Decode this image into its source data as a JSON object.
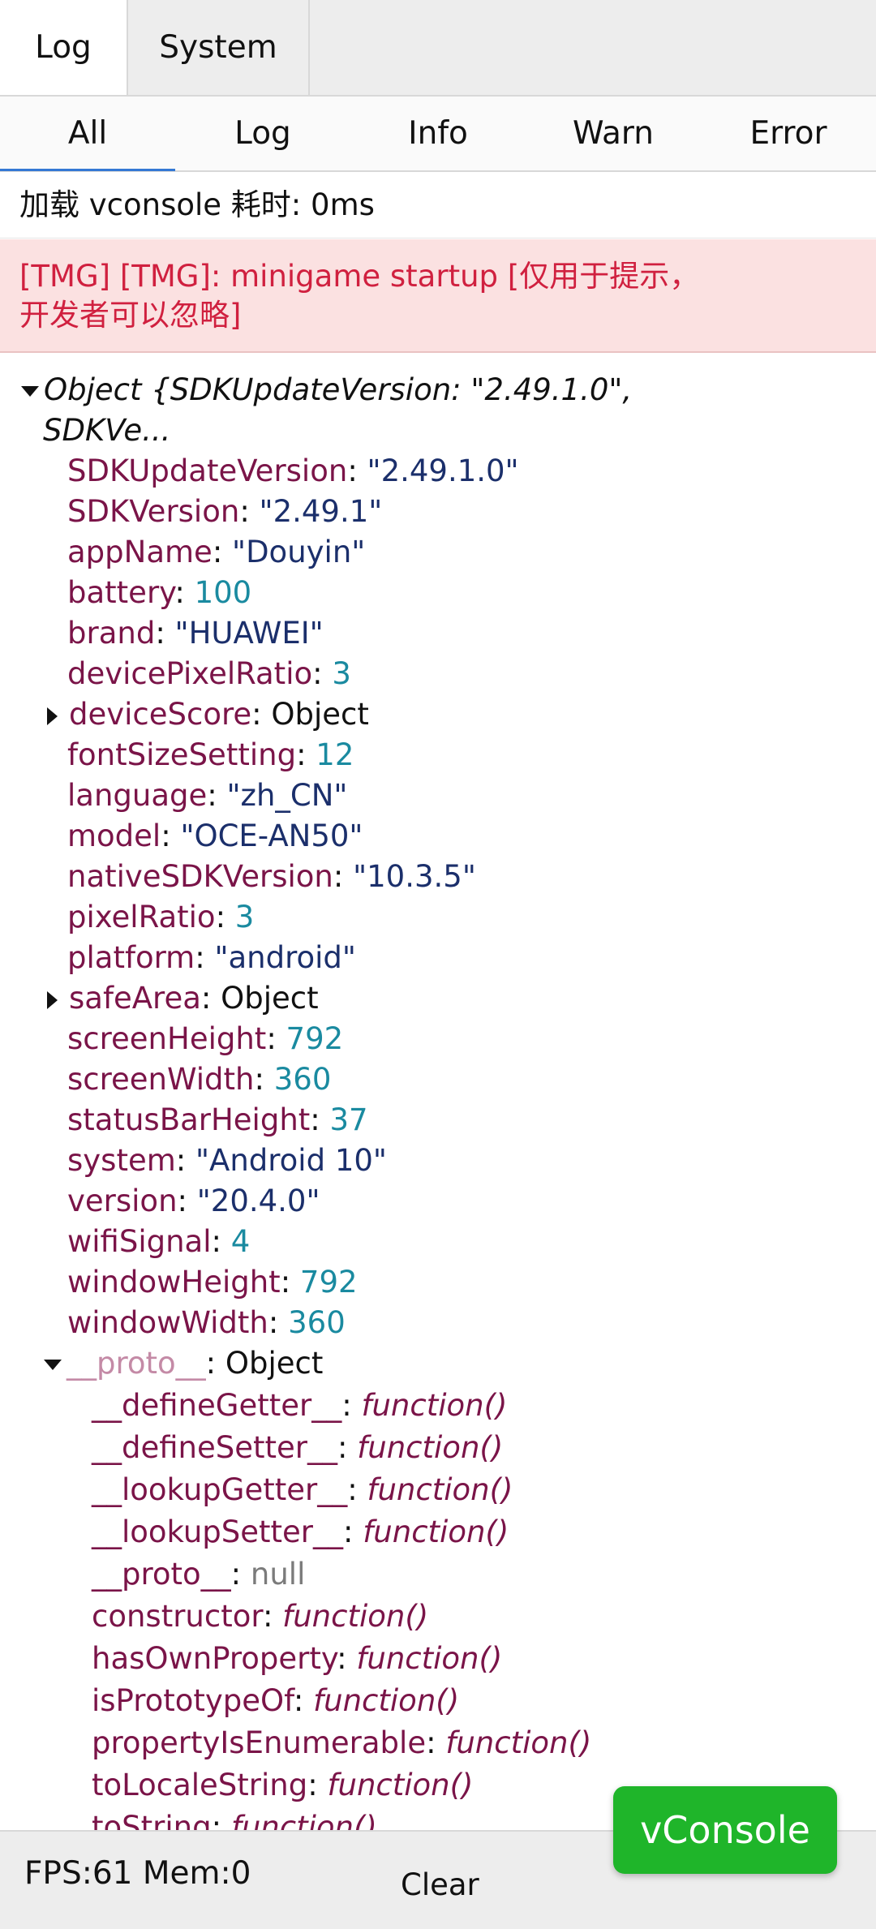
{
  "top_tabs": [
    "Log",
    "System"
  ],
  "filter_tabs": [
    "All",
    "Log",
    "Info",
    "Warn",
    "Error"
  ],
  "log_info_line": "加载 vconsole 耗时: 0ms",
  "log_error_line1": "[TMG] [TMG]: minigame startup [仅用于提示，",
  "log_error_line2": "开发者可以忽略]",
  "object_header_line1": "Object {SDKUpdateVersion: \"2.49.1.0\",",
  "object_header_line2": "SDKVe...",
  "props": [
    {
      "key": "SDKUpdateVersion",
      "value": "\"2.49.1.0\"",
      "kind": "string"
    },
    {
      "key": "SDKVersion",
      "value": "\"2.49.1\"",
      "kind": "string"
    },
    {
      "key": "appName",
      "value": "\"Douyin\"",
      "kind": "string"
    },
    {
      "key": "battery",
      "value": "100",
      "kind": "number"
    },
    {
      "key": "brand",
      "value": "\"HUAWEI\"",
      "kind": "string"
    },
    {
      "key": "devicePixelRatio",
      "value": "3",
      "kind": "number"
    },
    {
      "key": "deviceScore",
      "value": "Object",
      "kind": "object"
    },
    {
      "key": "fontSizeSetting",
      "value": "12",
      "kind": "number"
    },
    {
      "key": "language",
      "value": "\"zh_CN\"",
      "kind": "string"
    },
    {
      "key": "model",
      "value": "\"OCE-AN50\"",
      "kind": "string"
    },
    {
      "key": "nativeSDKVersion",
      "value": "\"10.3.5\"",
      "kind": "string"
    },
    {
      "key": "pixelRatio",
      "value": "3",
      "kind": "number"
    },
    {
      "key": "platform",
      "value": "\"android\"",
      "kind": "string"
    },
    {
      "key": "safeArea",
      "value": "Object",
      "kind": "object"
    },
    {
      "key": "screenHeight",
      "value": "792",
      "kind": "number"
    },
    {
      "key": "screenWidth",
      "value": "360",
      "kind": "number"
    },
    {
      "key": "statusBarHeight",
      "value": "37",
      "kind": "number"
    },
    {
      "key": "system",
      "value": "\"Android 10\"",
      "kind": "string"
    },
    {
      "key": "version",
      "value": "\"20.4.0\"",
      "kind": "string"
    },
    {
      "key": "wifiSignal",
      "value": "4",
      "kind": "number"
    },
    {
      "key": "windowHeight",
      "value": "792",
      "kind": "number"
    },
    {
      "key": "windowWidth",
      "value": "360",
      "kind": "number"
    }
  ],
  "proto_label": "__proto__",
  "proto_value": "Object",
  "proto_props": [
    {
      "key": "__defineGetter__",
      "value": "function()",
      "kind": "function"
    },
    {
      "key": "__defineSetter__",
      "value": "function()",
      "kind": "function"
    },
    {
      "key": "__lookupGetter__",
      "value": "function()",
      "kind": "function"
    },
    {
      "key": "__lookupSetter__",
      "value": "function()",
      "kind": "function"
    },
    {
      "key": "__proto__",
      "value": "null",
      "kind": "null"
    },
    {
      "key": "constructor",
      "value": "function()",
      "kind": "function"
    },
    {
      "key": "hasOwnProperty",
      "value": "function()",
      "kind": "function"
    },
    {
      "key": "isPrototypeOf",
      "value": "function()",
      "kind": "function"
    },
    {
      "key": "propertyIsEnumerable",
      "value": "function()",
      "kind": "function"
    },
    {
      "key": "toLocaleString",
      "value": "function()",
      "kind": "function"
    },
    {
      "key": "toString",
      "value": "function()",
      "kind": "function"
    }
  ],
  "fps_text": "FPS:61 Mem:0",
  "clear_label": "Clear",
  "vconsole_label": "vConsole",
  "colors": {
    "accent_tab": "#3478d4",
    "vconsole_green": "#1fb52a",
    "error_bg": "#fbe1e1",
    "error_text": "#d0203f"
  }
}
